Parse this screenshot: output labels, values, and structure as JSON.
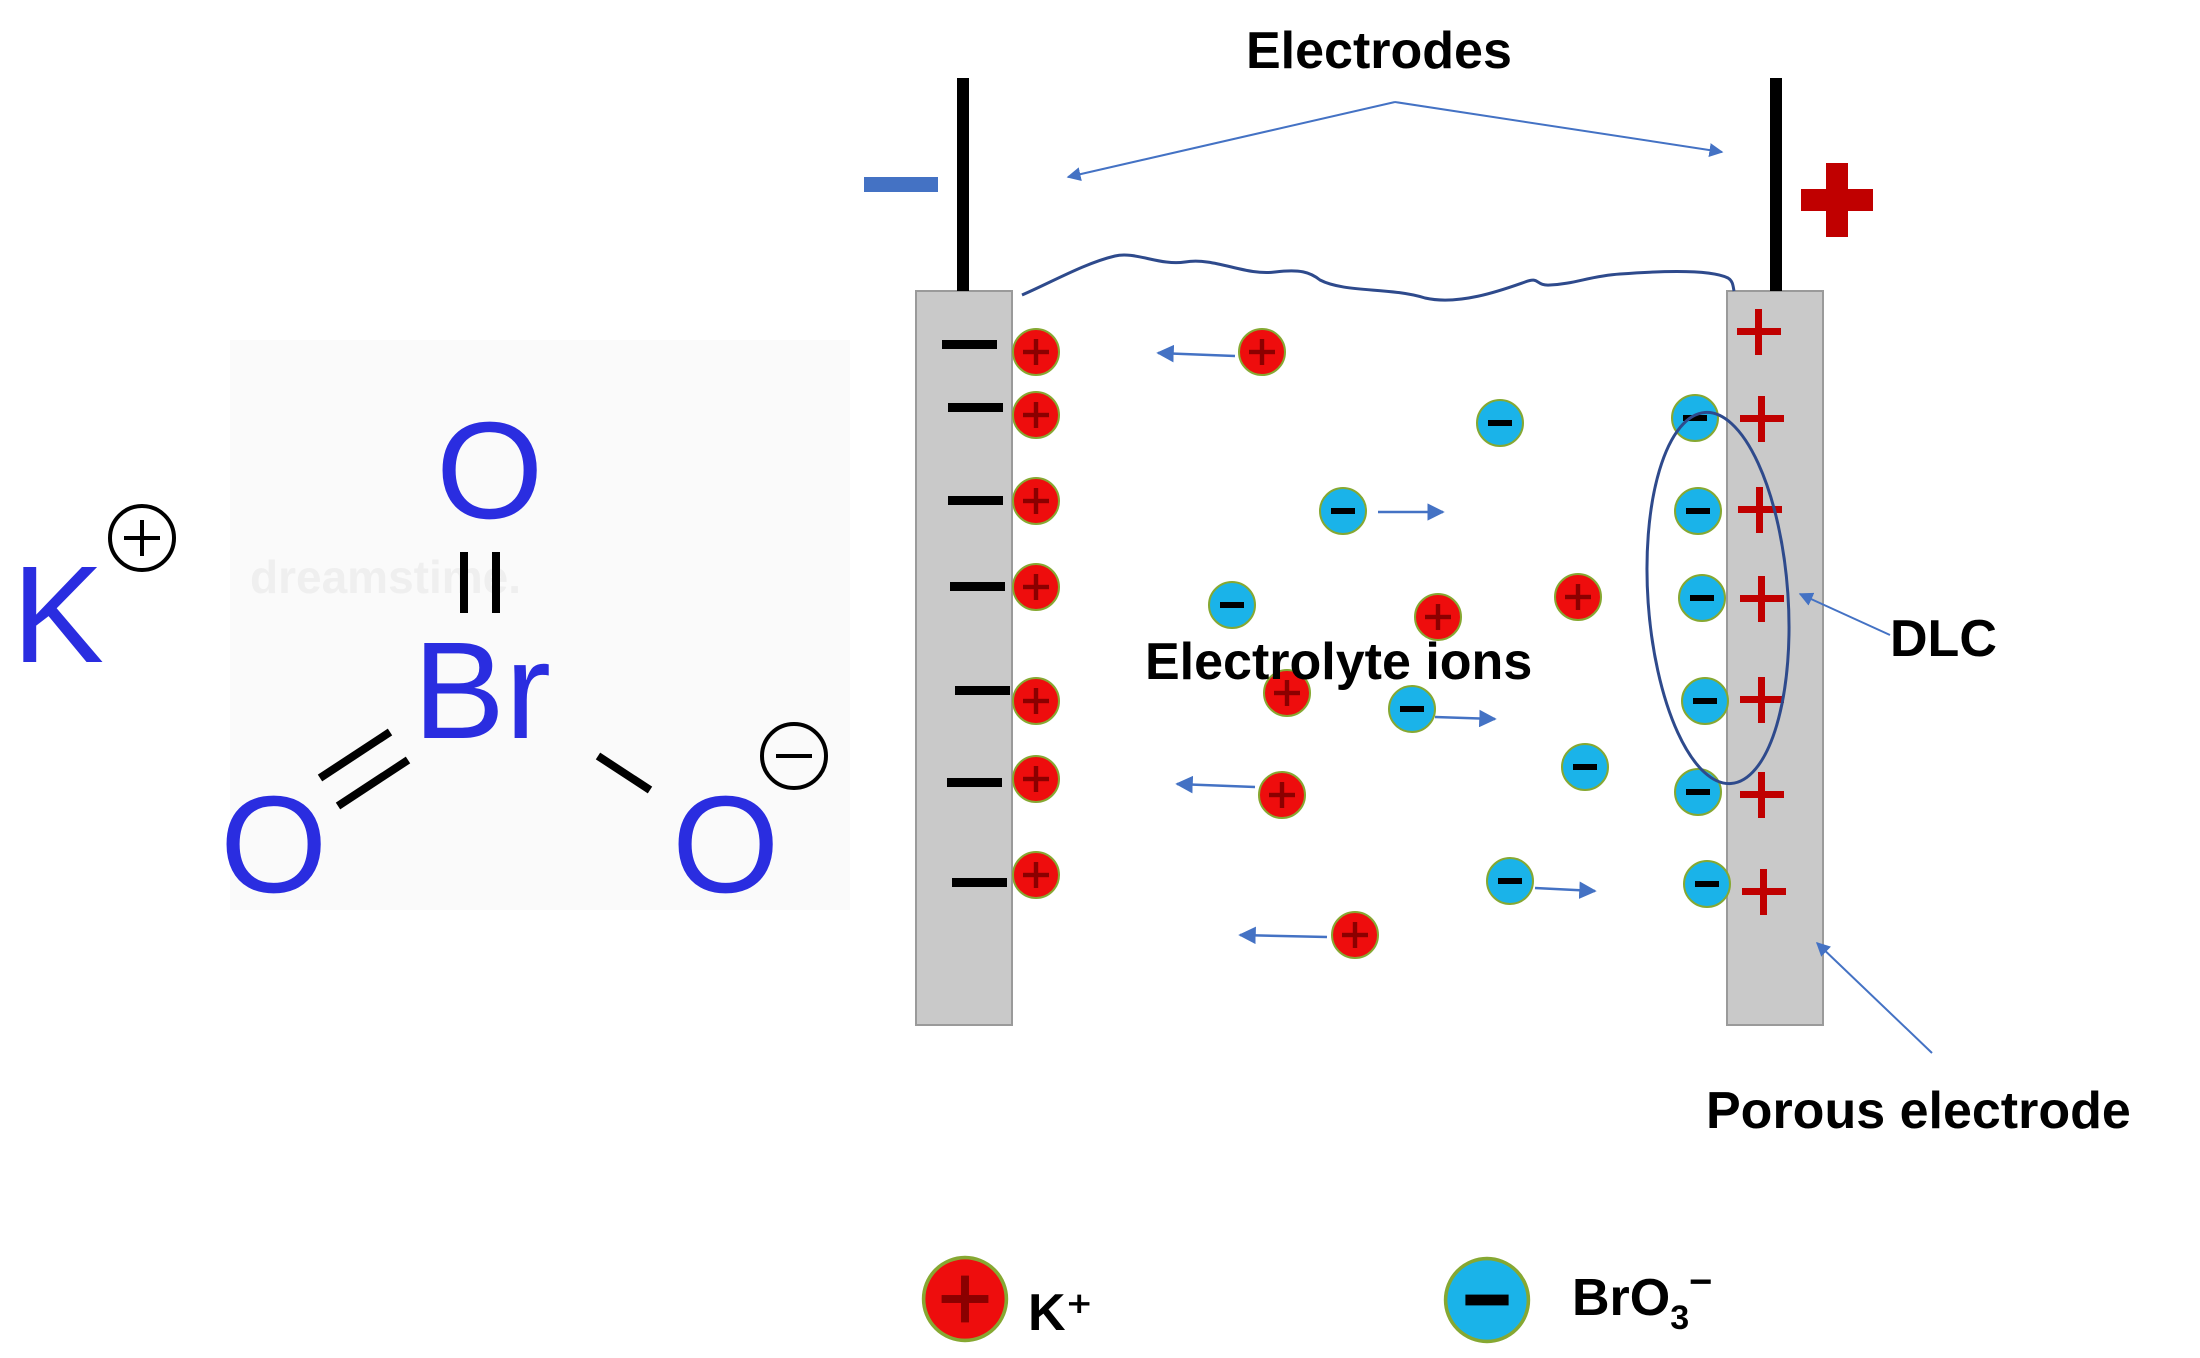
{
  "labels": {
    "electrodes": "Electrodes",
    "electrolyte_ions": "Electrolyte ions",
    "dlc": "DLC",
    "porous_electrode": "Porous electrode"
  },
  "molecule": {
    "cation_symbol": "K",
    "bromine": "Br",
    "oxygen": "O",
    "watermark": "dreamstime."
  },
  "legend": {
    "cation_label": "K⁺",
    "anion_label_base": "BrO",
    "anion_label_sub": "3",
    "anion_label_sup": "−"
  },
  "colors": {
    "cation_fill": "#ee0d0d",
    "anion_fill": "#1ab3e9",
    "positive_sign": "#c00000",
    "negative_sign_terminal": "#4472c4",
    "arrow": "#4472c4",
    "electrode_gray": "#c9c9c9",
    "molecule_blue": "#2a2de0"
  }
}
